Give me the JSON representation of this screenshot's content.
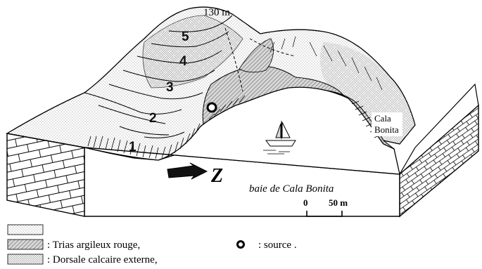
{
  "diagram": {
    "summit_label": "130 m",
    "numbers": [
      "5",
      "4",
      "3",
      "2",
      "1"
    ],
    "cala_label_line1": "Cala",
    "cala_label_line2": "Bonita",
    "bay_label": "baie de Cala Bonita",
    "scale_zero": "0",
    "scale_fifty": "50 m",
    "north_letter": "Z"
  },
  "legend": {
    "items": [
      {
        "label": "",
        "pattern": "dots-light"
      },
      {
        "label": ": Trias argileux rouge,",
        "pattern": "hatch"
      },
      {
        "label": ": Dorsale calcaire externe,",
        "pattern": "dots-dense"
      }
    ],
    "source_label": ": source ."
  },
  "colors": {
    "stroke": "#000000",
    "hatch": "#8a8a8a",
    "dot": "#6f6f6f",
    "background": "#ffffff"
  }
}
